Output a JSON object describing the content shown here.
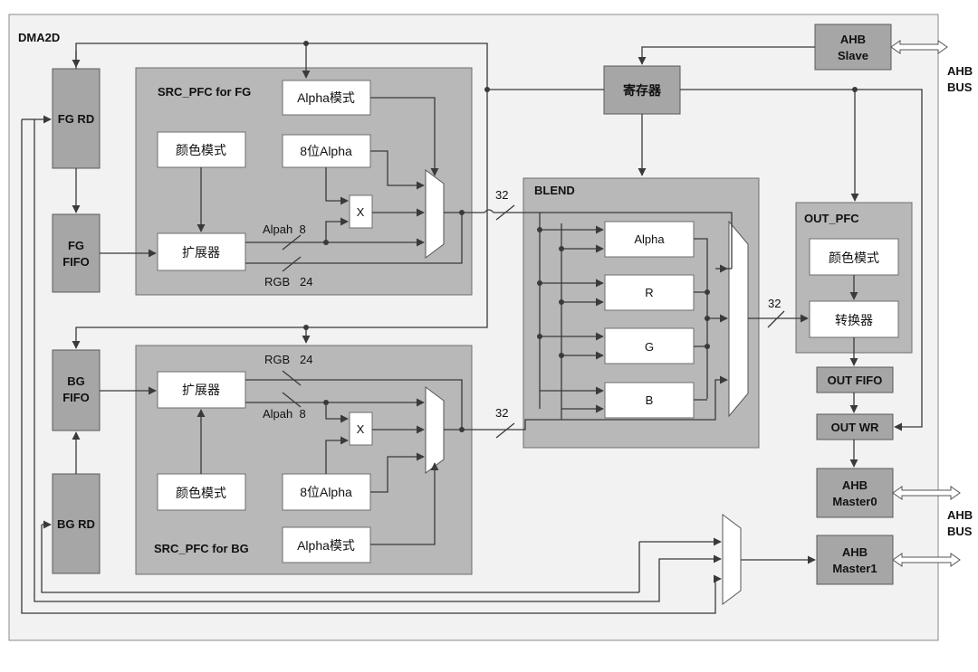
{
  "diagram": {
    "title": "DMA2D",
    "bus_labels": {
      "top_line1": "AHB",
      "top_line2": "BUS",
      "bottom_line1": "AHB",
      "bottom_line2": "BUS"
    },
    "blocks": {
      "fg_rd": "FG RD",
      "fg_fifo_line1": "FG",
      "fg_fifo_line2": "FIFO",
      "bg_fifo_line1": "BG",
      "bg_fifo_line2": "FIFO",
      "bg_rd": "BG RD",
      "src_pfc_fg": "SRC_PFC for FG",
      "src_pfc_bg": "SRC_PFC for BG",
      "fg_alpha_mode": "Alpha模式",
      "fg_color_mode": "颜色模式",
      "fg_8bit_alpha": "8位Alpha",
      "fg_multiplier": "X",
      "fg_expander": "扩展器",
      "bg_expander": "扩展器",
      "bg_multiplier": "X",
      "bg_color_mode": "颜色模式",
      "bg_8bit_alpha": "8位Alpha",
      "bg_alpha_mode": "Alpha模式",
      "register": "寄存器",
      "ahb_slave_line1": "AHB",
      "ahb_slave_line2": "Slave",
      "blend": "BLEND",
      "blend_alpha": "Alpha",
      "blend_r": "R",
      "blend_g": "G",
      "blend_b": "B",
      "out_pfc": "OUT_PFC",
      "out_color_mode": "颜色模式",
      "out_converter": "转换器",
      "out_fifo": "OUT FIFO",
      "out_wr": "OUT WR",
      "ahb_master0_line1": "AHB",
      "ahb_master0_line2": "Master0",
      "ahb_master1_line1": "AHB",
      "ahb_master1_line2": "Master1"
    },
    "bus_widths": {
      "fg_alpha": "Alpah  8",
      "fg_rgb": "RGB   24",
      "bg_rgb": "RGB   24",
      "bg_alpha": "Alpah  8",
      "fg_to_blend": "32",
      "bg_to_blend": "32",
      "blend_to_out": "32"
    }
  }
}
